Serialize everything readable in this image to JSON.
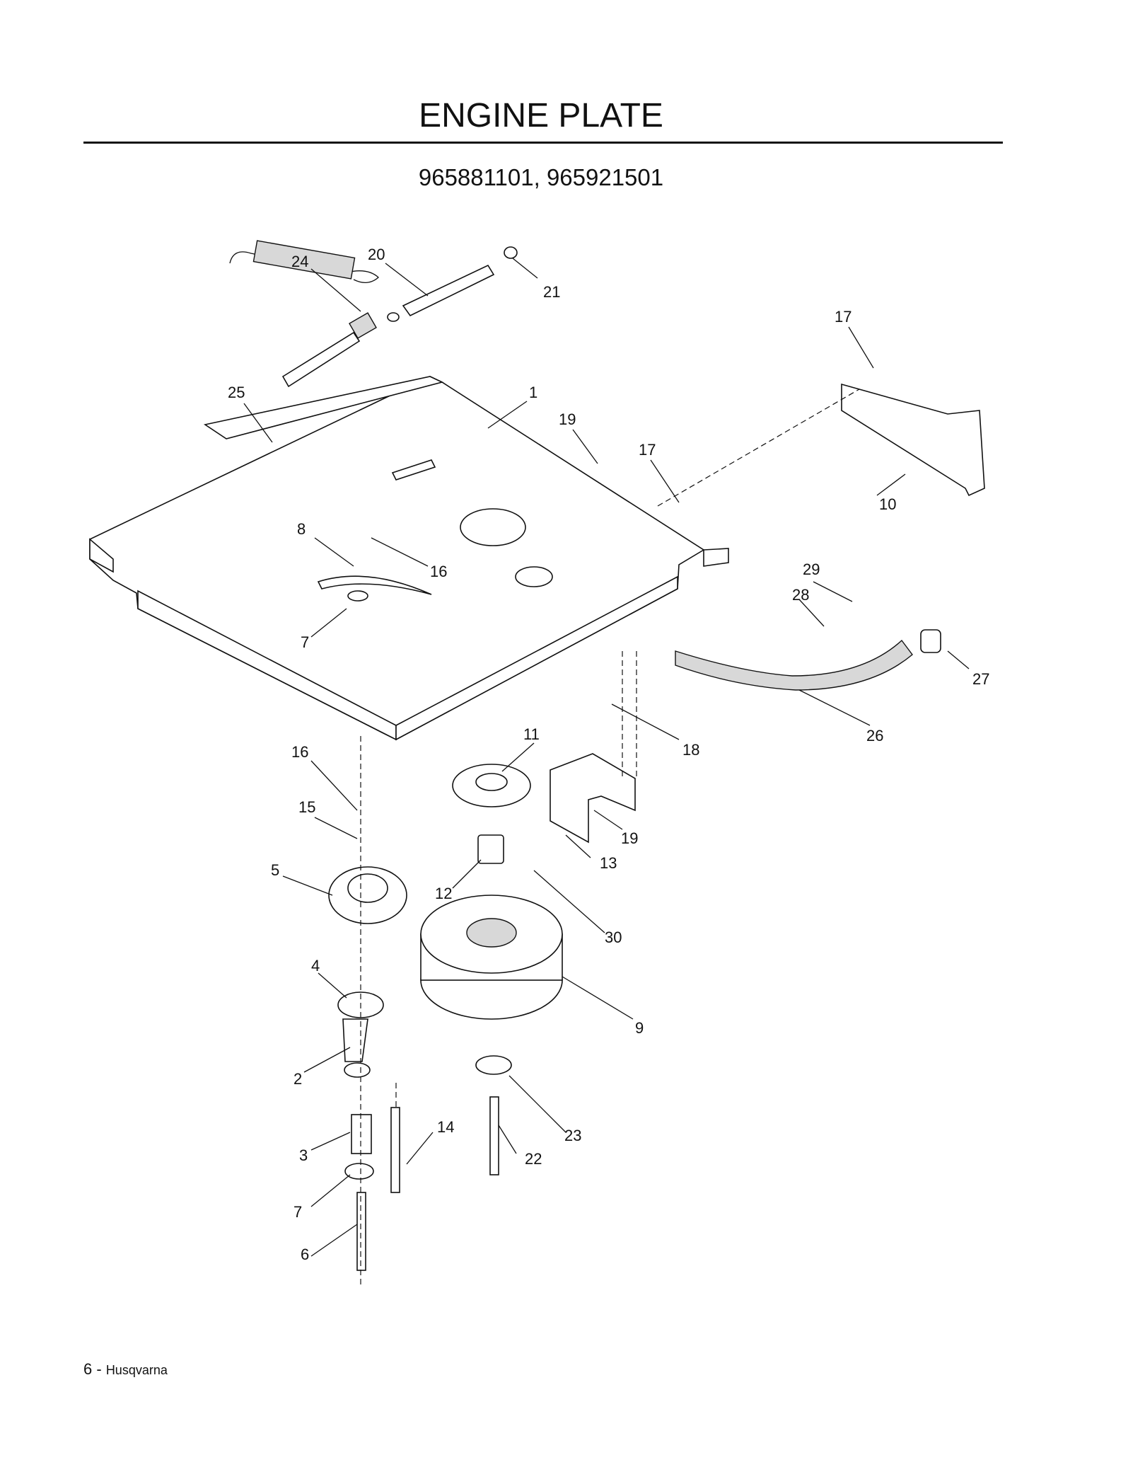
{
  "header": {
    "title": "ENGINE PLATE",
    "models": "965881101, 965921501"
  },
  "footer": {
    "page_number": "6 -",
    "brand": "Husqvarna"
  },
  "callouts": [
    "24",
    "20",
    "21",
    "17",
    "25",
    "1",
    "19",
    "17",
    "10",
    "8",
    "16",
    "7",
    "29",
    "28",
    "27",
    "26",
    "18",
    "11",
    "16",
    "15",
    "19",
    "13",
    "5",
    "12",
    "30",
    "9",
    "4",
    "2",
    "14",
    "23",
    "3",
    "22",
    "7",
    "6"
  ]
}
